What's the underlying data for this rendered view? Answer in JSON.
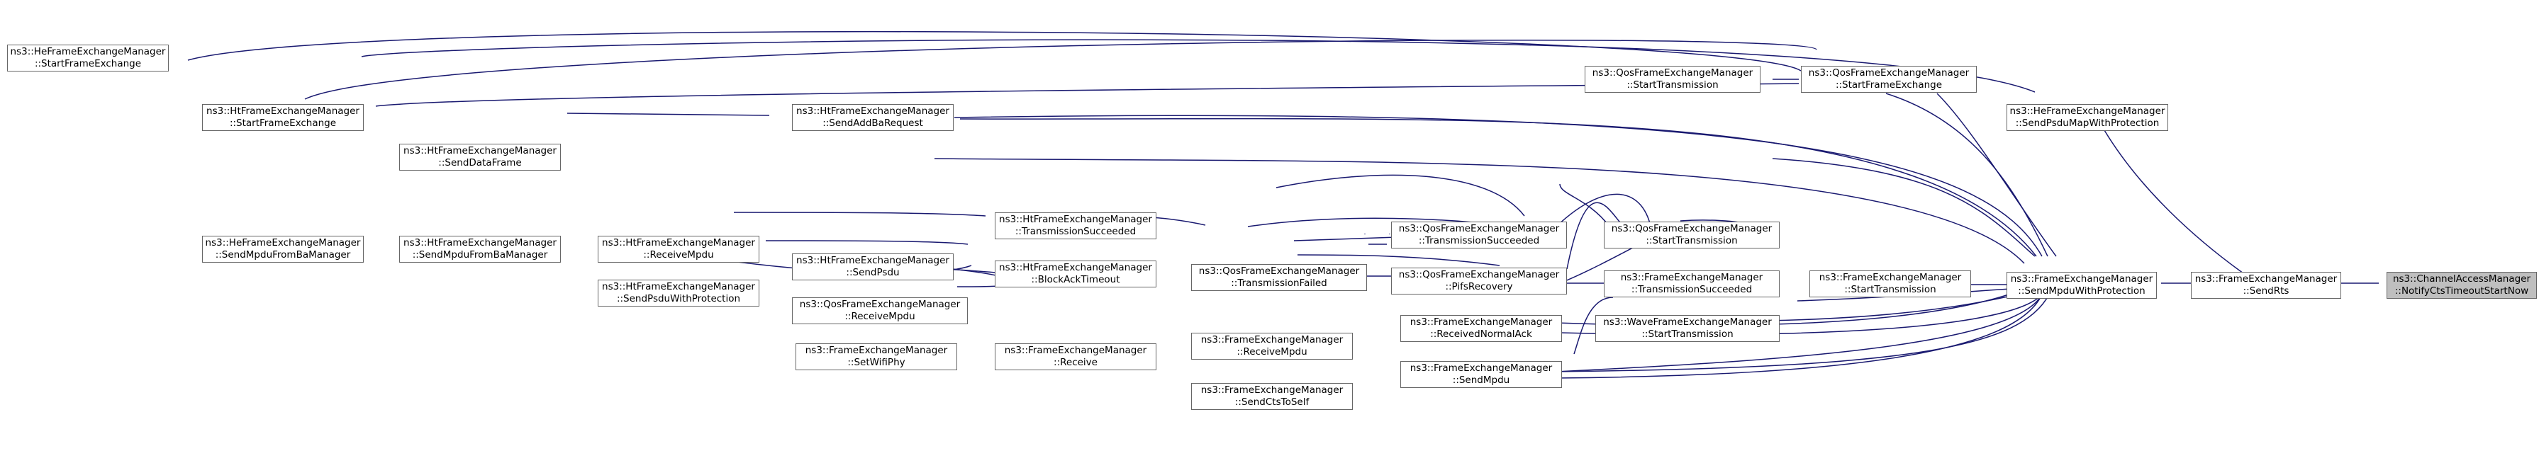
{
  "diagram": {
    "type": "caller-graph",
    "colors": {
      "edge": "#191970",
      "node_border": "#666666",
      "node_fill": "#ffffff",
      "root_fill": "#bfbfbf"
    },
    "nodes": {
      "notify_cts": {
        "line1": "ns3::ChannelAccessManager",
        "line2": "::NotifyCtsTimeoutStartNow"
      },
      "send_rts": {
        "line1": "ns3::FrameExchangeManager",
        "line2": "::SendRts"
      },
      "send_mpdu_wp": {
        "line1": "ns3::FrameExchangeManager",
        "line2": "::SendMpduWithProtection"
      },
      "he_send_psdu_map": {
        "line1": "ns3::HeFrameExchangeManager",
        "line2": "::SendPsduMapWithProtection"
      },
      "qos_start_fe": {
        "line1": "ns3::QosFrameExchangeManager",
        "line2": "::StartFrameExchange"
      },
      "qos_start_tx_a": {
        "line1": "ns3::QosFrameExchangeManager",
        "line2": "::StartTransmission"
      },
      "he_start_fe": {
        "line1": "ns3::HeFrameExchangeManager",
        "line2": "::StartFrameExchange"
      },
      "ht_start_fe": {
        "line1": "ns3::HtFrameExchangeManager",
        "line2": "::StartFrameExchange"
      },
      "ht_send_addba": {
        "line1": "ns3::HtFrameExchangeManager",
        "line2": "::SendAddBaRequest"
      },
      "ht_send_data": {
        "line1": "ns3::HtFrameExchangeManager",
        "line2": "::SendDataFrame"
      },
      "ht_recv_mpdu": {
        "line1": "ns3::HtFrameExchangeManager",
        "line2": "::ReceiveMpdu"
      },
      "ht_tx_succ": {
        "line1": "ns3::HtFrameExchangeManager",
        "line2": "::TransmissionSucceeded"
      },
      "qos_tx_succ": {
        "line1": "ns3::QosFrameExchangeManager",
        "line2": "::TransmissionSucceeded"
      },
      "qos_start_tx": {
        "line1": "ns3::QosFrameExchangeManager",
        "line2": "::StartTransmission"
      },
      "he_send_mpdu_ba": {
        "line1": "ns3::HeFrameExchangeManager",
        "line2": "::SendMpduFromBaManager"
      },
      "ht_send_mpdu_ba": {
        "line1": "ns3::HtFrameExchangeManager",
        "line2": "::SendMpduFromBaManager"
      },
      "ht_send_psdu": {
        "line1": "ns3::HtFrameExchangeManager",
        "line2": "::SendPsdu"
      },
      "ht_blockack_to": {
        "line1": "ns3::HtFrameExchangeManager",
        "line2": "::BlockAckTimeout"
      },
      "qos_tx_failed": {
        "line1": "ns3::QosFrameExchangeManager",
        "line2": "::TransmissionFailed"
      },
      "qos_pifs": {
        "line1": "ns3::QosFrameExchangeManager",
        "line2": "::PifsRecovery"
      },
      "fe_start_tx": {
        "line1": "ns3::FrameExchangeManager",
        "line2": "::StartTransmission"
      },
      "fe_tx_succ": {
        "line1": "ns3::FrameExchangeManager",
        "line2": "::TransmissionSucceeded"
      },
      "ht_send_psdu_wp": {
        "line1": "ns3::HtFrameExchangeManager",
        "line2": "::SendPsduWithProtection"
      },
      "qos_recv_mpdu": {
        "line1": "ns3::QosFrameExchangeManager",
        "line2": "::ReceiveMpdu"
      },
      "wave_start_tx": {
        "line1": "ns3::WaveFrameExchangeManager",
        "line2": "::StartTransmission"
      },
      "fe_recv_normal": {
        "line1": "ns3::FrameExchangeManager",
        "line2": "::ReceivedNormalAck"
      },
      "fe_recv_mpdu": {
        "line1": "ns3::FrameExchangeManager",
        "line2": "::ReceiveMpdu"
      },
      "fe_set_phy": {
        "line1": "ns3::FrameExchangeManager",
        "line2": "::SetWifiPhy"
      },
      "fe_receive": {
        "line1": "ns3::FrameExchangeManager",
        "line2": "::Receive"
      },
      "fe_send_mpdu": {
        "line1": "ns3::FrameExchangeManager",
        "line2": "::SendMpdu"
      },
      "fe_send_cts_self": {
        "line1": "ns3::FrameExchangeManager",
        "line2": "::SendCtsToSelf"
      }
    }
  }
}
